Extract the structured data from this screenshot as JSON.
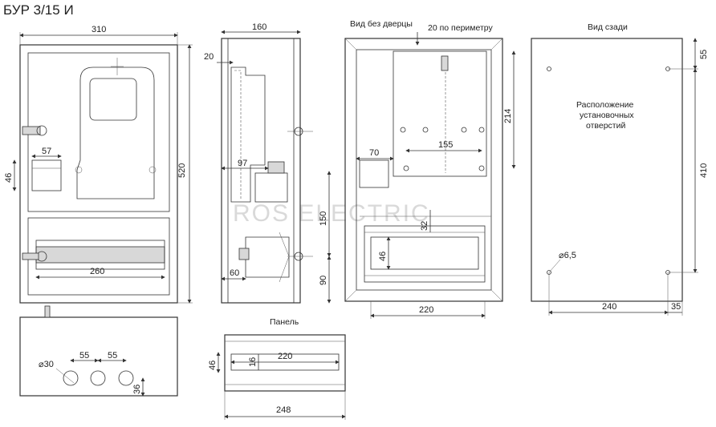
{
  "title": "БУР 3/15 И",
  "captions": {
    "no_door": "Вид без дверцы",
    "back": "Вид сзади",
    "panel": "Панель",
    "holes_line1": "Расположение",
    "holes_line2": "установочных",
    "holes_line3": "отверстий",
    "perimeter": "20 по периметру"
  },
  "watermark": "ROS ELECTRIC",
  "dims": {
    "front_width": "310",
    "front_height": "520",
    "front_46": "46",
    "front_57": "57",
    "front_260": "260",
    "side_depth": "160",
    "side_20": "20",
    "side_97": "97",
    "side_150": "150",
    "side_60": "60",
    "side_90": "90",
    "inner_214": "214",
    "inner_155": "155",
    "inner_70": "70",
    "inner_32": "32",
    "inner_46": "46",
    "inner_220": "220",
    "back_55": "55",
    "back_410": "410",
    "back_d65": "⌀6,5",
    "back_240": "240",
    "back_35": "35",
    "bottom_d30": "⌀30",
    "bottom_55a": "55",
    "bottom_55b": "55",
    "bottom_36": "36",
    "panel_46": "46",
    "panel_16": "16",
    "panel_220": "220",
    "panel_248": "248"
  }
}
